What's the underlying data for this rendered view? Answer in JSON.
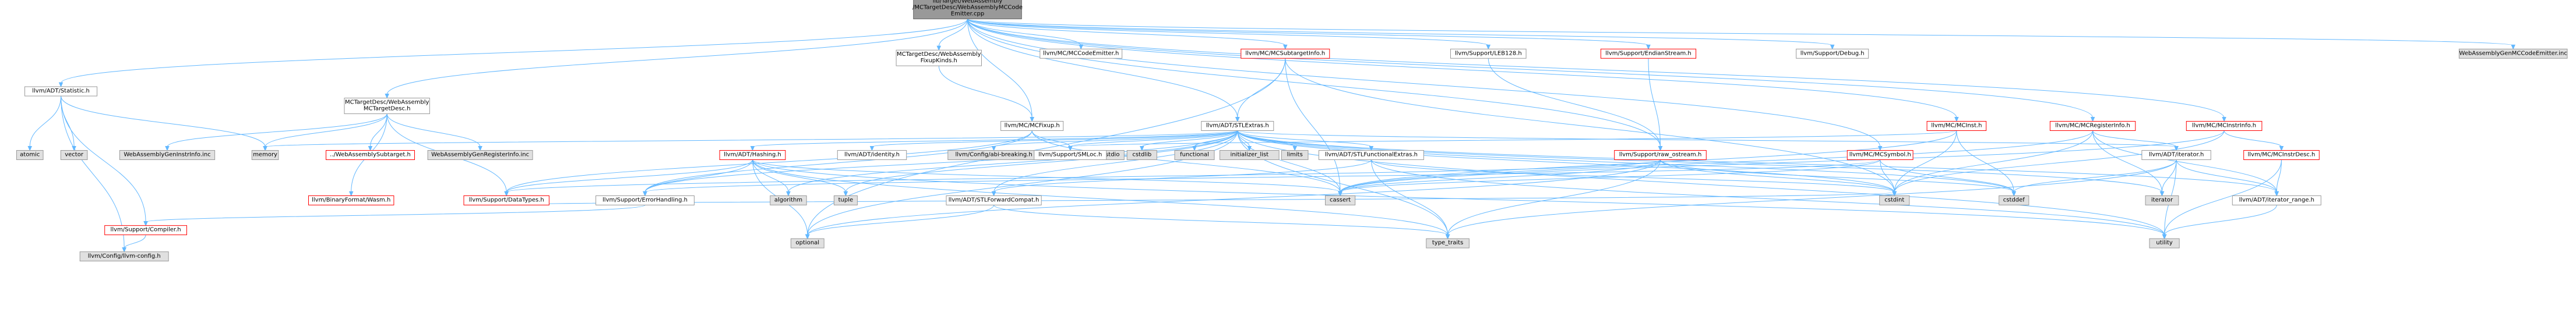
{
  "colors": {
    "edge": "#63b8ff",
    "node_fill_white": "#ffffff",
    "node_fill_gray": "#e0e0e0",
    "node_fill_root": "#999999",
    "node_border_gray": "#999999",
    "node_border_red": "#ff0000",
    "node_border_dark": "#666666",
    "text_red": "#ff0000",
    "text_black": "#000000"
  },
  "nodes": [
    {
      "id": "root",
      "lines": [
        "lib/Target/WebAssembly",
        "/MCTargetDesc/WebAssemblyMCCode",
        "Emitter.cpp"
      ],
      "style": "root"
    },
    {
      "id": "statistic",
      "lines": [
        "llvm/ADT/Statistic.h"
      ],
      "style": "white"
    },
    {
      "id": "fixupkinds",
      "lines": [
        "MCTargetDesc/WebAssembly",
        "FixupKinds.h"
      ],
      "style": "white"
    },
    {
      "id": "targetdesc",
      "lines": [
        "MCTargetDesc/WebAssembly",
        "MCTargetDesc.h"
      ],
      "style": "white"
    },
    {
      "id": "mccodeemitter",
      "lines": [
        "llvm/MC/MCCodeEmitter.h"
      ],
      "style": "white"
    },
    {
      "id": "subtargetinfo",
      "lines": [
        "llvm/MC/MCSubtargetInfo.h"
      ],
      "style": "red"
    },
    {
      "id": "leb128",
      "lines": [
        "llvm/Support/LEB128.h"
      ],
      "style": "white"
    },
    {
      "id": "endianstream",
      "lines": [
        "llvm/Support/EndianStream.h"
      ],
      "style": "red"
    },
    {
      "id": "debug",
      "lines": [
        "llvm/Support/Debug.h"
      ],
      "style": "white"
    },
    {
      "id": "mcinst",
      "lines": [
        "llvm/MC/MCInst.h"
      ],
      "style": "red"
    },
    {
      "id": "registerinfo",
      "lines": [
        "llvm/MC/MCRegisterInfo.h"
      ],
      "style": "red"
    },
    {
      "id": "instrinfo",
      "lines": [
        "llvm/MC/MCInstrInfo.h"
      ],
      "style": "red"
    },
    {
      "id": "genmccodeemitter",
      "lines": [
        "WebAssemblyGenMCCodeEmitter.inc"
      ],
      "style": "gray"
    },
    {
      "id": "mcfixup",
      "lines": [
        "llvm/MC/MCFixup.h"
      ],
      "style": "white"
    },
    {
      "id": "stlextras",
      "lines": [
        "llvm/ADT/STLExtras.h"
      ],
      "style": "white"
    },
    {
      "id": "atomic",
      "lines": [
        "atomic"
      ],
      "style": "gray"
    },
    {
      "id": "vector",
      "lines": [
        "vector"
      ],
      "style": "gray"
    },
    {
      "id": "memory",
      "lines": [
        "memory"
      ],
      "style": "gray"
    },
    {
      "id": "geninstrinfo",
      "lines": [
        "WebAssemblyGenInstrInfo.inc"
      ],
      "style": "gray"
    },
    {
      "id": "wasmsubtarget",
      "lines": [
        "../WebAssemblySubtarget.h"
      ],
      "style": "red"
    },
    {
      "id": "genregisterinfo",
      "lines": [
        "WebAssemblyGenRegisterInfo.inc"
      ],
      "style": "gray"
    },
    {
      "id": "cstdio",
      "lines": [
        "cstdio"
      ],
      "style": "gray"
    },
    {
      "id": "hashing",
      "lines": [
        "llvm/ADT/Hashing.h"
      ],
      "style": "red"
    },
    {
      "id": "identity",
      "lines": [
        "llvm/ADT/identity.h"
      ],
      "style": "white"
    },
    {
      "id": "abibreaking",
      "lines": [
        "llvm/Config/abi-breaking.h"
      ],
      "style": "gray"
    },
    {
      "id": "smloc",
      "lines": [
        "llvm/Support/SMLoc.h"
      ],
      "style": "white"
    },
    {
      "id": "cstdlib",
      "lines": [
        "cstdlib"
      ],
      "style": "gray"
    },
    {
      "id": "functional",
      "lines": [
        "functional"
      ],
      "style": "gray"
    },
    {
      "id": "initlist",
      "lines": [
        "initializer_list"
      ],
      "style": "gray"
    },
    {
      "id": "limits",
      "lines": [
        "limits"
      ],
      "style": "gray"
    },
    {
      "id": "stlfunctionalextras",
      "lines": [
        "llvm/ADT/STLFunctionalExtras.h"
      ],
      "style": "white"
    },
    {
      "id": "rawostream",
      "lines": [
        "llvm/Support/raw_ostream.h"
      ],
      "style": "red"
    },
    {
      "id": "mcsymbol",
      "lines": [
        "llvm/MC/MCSymbol.h"
      ],
      "style": "red"
    },
    {
      "id": "iteratorh",
      "lines": [
        "llvm/ADT/iterator.h"
      ],
      "style": "white"
    },
    {
      "id": "mcinstrdesc",
      "lines": [
        "llvm/MC/MCInstrDesc.h"
      ],
      "style": "red"
    },
    {
      "id": "binaryformat",
      "lines": [
        "llvm/BinaryFormat/Wasm.h"
      ],
      "style": "red"
    },
    {
      "id": "datatypes",
      "lines": [
        "llvm/Support/DataTypes.h"
      ],
      "style": "red"
    },
    {
      "id": "errorhandling",
      "lines": [
        "llvm/Support/ErrorHandling.h"
      ],
      "style": "white"
    },
    {
      "id": "algorithm",
      "lines": [
        "algorithm"
      ],
      "style": "gray"
    },
    {
      "id": "tuple",
      "lines": [
        "tuple"
      ],
      "style": "gray"
    },
    {
      "id": "stlforwardcompat",
      "lines": [
        "llvm/ADT/STLForwardCompat.h"
      ],
      "style": "white"
    },
    {
      "id": "cassert",
      "lines": [
        "cassert"
      ],
      "style": "gray"
    },
    {
      "id": "cstdint",
      "lines": [
        "cstdint"
      ],
      "style": "gray"
    },
    {
      "id": "cstddef",
      "lines": [
        "cstddef"
      ],
      "style": "gray"
    },
    {
      "id": "iterator",
      "lines": [
        "iterator"
      ],
      "style": "gray"
    },
    {
      "id": "iteratorrange",
      "lines": [
        "llvm/ADT/iterator_range.h"
      ],
      "style": "white"
    },
    {
      "id": "compiler",
      "lines": [
        "llvm/Support/Compiler.h"
      ],
      "style": "red"
    },
    {
      "id": "optional",
      "lines": [
        "optional"
      ],
      "style": "gray"
    },
    {
      "id": "typetraits",
      "lines": [
        "type_traits"
      ],
      "style": "gray"
    },
    {
      "id": "utility",
      "lines": [
        "utility"
      ],
      "style": "gray"
    },
    {
      "id": "llvmconfig",
      "lines": [
        "llvm/Config/llvm-config.h"
      ],
      "style": "gray"
    }
  ],
  "edges": [
    [
      "root",
      "statistic"
    ],
    [
      "root",
      "fixupkinds"
    ],
    [
      "root",
      "targetdesc"
    ],
    [
      "root",
      "mccodeemitter"
    ],
    [
      "root",
      "subtargetinfo"
    ],
    [
      "root",
      "leb128"
    ],
    [
      "root",
      "endianstream"
    ],
    [
      "root",
      "debug"
    ],
    [
      "root",
      "mcinst"
    ],
    [
      "root",
      "registerinfo"
    ],
    [
      "root",
      "instrinfo"
    ],
    [
      "root",
      "genmccodeemitter"
    ],
    [
      "root",
      "stlextras"
    ],
    [
      "root",
      "rawostream"
    ],
    [
      "root",
      "mcsymbol"
    ],
    [
      "root",
      "mcfixup"
    ],
    [
      "statistic",
      "atomic"
    ],
    [
      "statistic",
      "vector"
    ],
    [
      "statistic",
      "memory"
    ],
    [
      "statistic",
      "compiler"
    ],
    [
      "statistic",
      "llvmconfig"
    ],
    [
      "fixupkinds",
      "mcfixup"
    ],
    [
      "targetdesc",
      "memory"
    ],
    [
      "targetdesc",
      "geninstrinfo"
    ],
    [
      "targetdesc",
      "wasmsubtarget"
    ],
    [
      "targetdesc",
      "genregisterinfo"
    ],
    [
      "targetdesc",
      "binaryformat"
    ],
    [
      "targetdesc",
      "datatypes"
    ],
    [
      "mcfixup",
      "smloc"
    ],
    [
      "mcfixup",
      "errorhandling"
    ],
    [
      "mcfixup",
      "cassert"
    ],
    [
      "mcfixup",
      "datatypes"
    ],
    [
      "subtargetinfo",
      "stlextras"
    ],
    [
      "subtargetinfo",
      "cassert"
    ],
    [
      "subtargetinfo",
      "cstdint"
    ],
    [
      "subtargetinfo",
      "optional"
    ],
    [
      "leb128",
      "rawostream"
    ],
    [
      "endianstream",
      "rawostream"
    ],
    [
      "mcinst",
      "smloc"
    ],
    [
      "mcinst",
      "cstddef"
    ],
    [
      "mcinst",
      "cstdint"
    ],
    [
      "mcinst",
      "cassert"
    ],
    [
      "registerinfo",
      "iteratorh"
    ],
    [
      "registerinfo",
      "iteratorrange"
    ],
    [
      "registerinfo",
      "cassert"
    ],
    [
      "registerinfo",
      "cstdint"
    ],
    [
      "registerinfo",
      "iterator"
    ],
    [
      "instrinfo",
      "mcinstrdesc"
    ],
    [
      "instrinfo",
      "cassert"
    ],
    [
      "instrinfo",
      "cstdint"
    ],
    [
      "mcinstrdesc",
      "iteratorrange"
    ],
    [
      "mcinstrdesc",
      "utility"
    ],
    [
      "stlextras",
      "hashing"
    ],
    [
      "stlextras",
      "identity"
    ],
    [
      "stlextras",
      "abibreaking"
    ],
    [
      "stlextras",
      "smloc"
    ],
    [
      "stlextras",
      "cstdlib"
    ],
    [
      "stlextras",
      "functional"
    ],
    [
      "stlextras",
      "initlist"
    ],
    [
      "stlextras",
      "limits"
    ],
    [
      "stlextras",
      "stlfunctionalextras"
    ],
    [
      "stlextras",
      "iteratorh"
    ],
    [
      "stlextras",
      "iteratorrange"
    ],
    [
      "stlextras",
      "errorhandling"
    ],
    [
      "stlextras",
      "algorithm"
    ],
    [
      "stlextras",
      "tuple"
    ],
    [
      "stlextras",
      "stlforwardcompat"
    ],
    [
      "stlextras",
      "cassert"
    ],
    [
      "stlextras",
      "cstdint"
    ],
    [
      "stlextras",
      "cstddef"
    ],
    [
      "stlextras",
      "iterator"
    ],
    [
      "stlextras",
      "optional"
    ],
    [
      "stlextras",
      "typetraits"
    ],
    [
      "stlextras",
      "utility"
    ],
    [
      "stlextras",
      "memory"
    ],
    [
      "hashing",
      "datatypes"
    ],
    [
      "hashing",
      "errorhandling"
    ],
    [
      "hashing",
      "algorithm"
    ],
    [
      "hashing",
      "tuple"
    ],
    [
      "hashing",
      "cassert"
    ],
    [
      "hashing",
      "optional"
    ],
    [
      "hashing",
      "typetraits"
    ],
    [
      "hashing",
      "utility"
    ],
    [
      "rawostream",
      "datatypes"
    ],
    [
      "rawostream",
      "cassert"
    ],
    [
      "rawostream",
      "cstdint"
    ],
    [
      "rawostream",
      "cstddef"
    ],
    [
      "rawostream",
      "optional"
    ],
    [
      "rawostream",
      "typetraits"
    ],
    [
      "mcsymbol",
      "cassert"
    ],
    [
      "mcsymbol",
      "cstdint"
    ],
    [
      "mcsymbol",
      "cstddef"
    ],
    [
      "mcsymbol",
      "errorhandling"
    ],
    [
      "iteratorh",
      "iteratorrange"
    ],
    [
      "iteratorh",
      "cstddef"
    ],
    [
      "iteratorh",
      "iterator"
    ],
    [
      "iteratorh",
      "typetraits"
    ],
    [
      "iteratorh",
      "utility"
    ],
    [
      "iteratorrange",
      "utility"
    ],
    [
      "stlfunctionalextras",
      "stlforwardcompat"
    ],
    [
      "stlfunctionalextras",
      "cstdint"
    ],
    [
      "stlfunctionalextras",
      "typetraits"
    ],
    [
      "stlfunctionalextras",
      "utility"
    ],
    [
      "stlforwardcompat",
      "optional"
    ],
    [
      "stlforwardcompat",
      "typetraits"
    ],
    [
      "errorhandling",
      "compiler"
    ],
    [
      "compiler",
      "llvmconfig"
    ],
    [
      "datatypes",
      "cstdint"
    ]
  ]
}
